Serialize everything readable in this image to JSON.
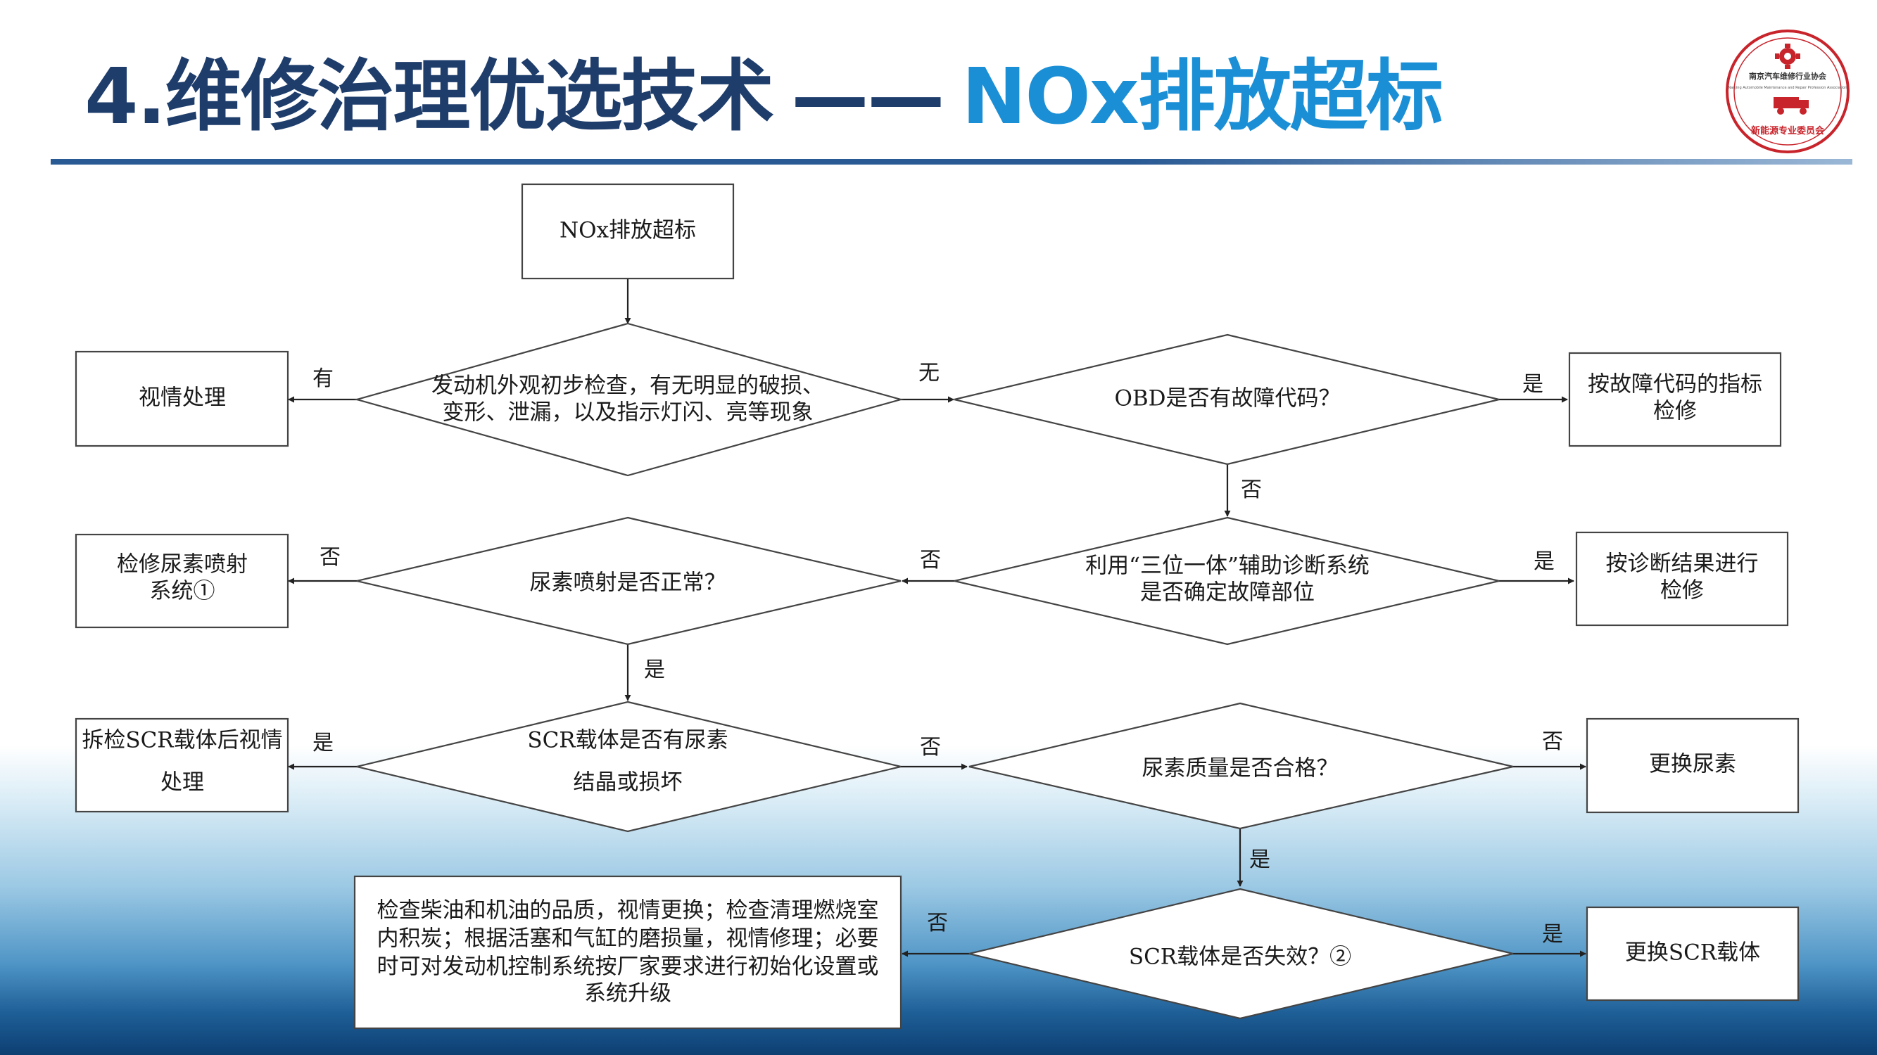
{
  "title": {
    "main": "4.维修治理优选技术",
    "separator": "——",
    "subtitle": "NOx排放超标"
  },
  "logo": {
    "top_text": "南京汽车维修行业协会",
    "english_text": "Nanjing Automobile Maintenance and Repair Profession Association",
    "bottom_text": "新能源专业委员会"
  },
  "nodes": {
    "start": "NOx排放超标",
    "appearance_check": [
      "发动机外观初步检查，有无明显的破损、",
      "变形、泄漏，以及指示灯闪、亮等现象"
    ],
    "visual_handle": "视情处理",
    "obd_code": "OBD是否有故障代码？",
    "repair_by_code": [
      "按故障代码的指标",
      "检修"
    ],
    "three_in_one": [
      "利用“三位一体”辅助诊断系统",
      "是否确定故障部位"
    ],
    "repair_by_diagnosis": [
      "按诊断结果进行",
      "检修"
    ],
    "urea_injection_normal": "尿素喷射是否正常？",
    "check_urea_system": [
      "检修尿素喷射",
      "系统①"
    ],
    "scr_crystal": [
      "SCR载体是否有尿素",
      "结晶或损坏"
    ],
    "disassemble_scr": [
      "拆检SCR载体后视情",
      "处理"
    ],
    "urea_quality": "尿素质量是否合格？",
    "replace_urea": "更换尿素",
    "scr_failed": "SCR载体是否失效？②",
    "replace_scr": "更换SCR载体",
    "check_fuel_oil": [
      "检查柴油和机油的品质，视情更换；检查清理燃烧室",
      "内积炭；根据活塞和气缸的磨损量，视情修理；必要",
      "时可对发动机控制系统按厂家要求进行初始化设置或",
      "系统升级"
    ]
  },
  "edge_labels": {
    "appearance_yes": "有",
    "appearance_no": "无",
    "obd_yes": "是",
    "obd_no": "否",
    "three_yes": "是",
    "three_no": "否",
    "urea_inj_no": "否",
    "urea_inj_yes": "是",
    "scr_crystal_yes": "是",
    "scr_crystal_no": "否",
    "urea_quality_no": "否",
    "urea_quality_yes": "是",
    "scr_failed_yes": "是",
    "scr_failed_no": "否"
  }
}
